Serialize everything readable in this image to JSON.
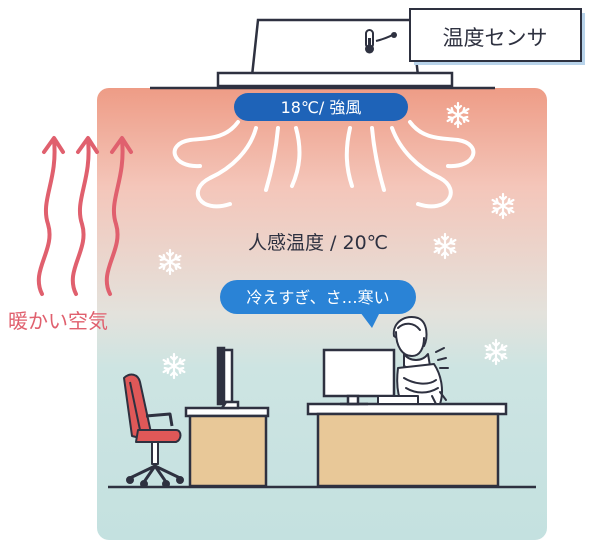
{
  "sensor_label": "温度センサ",
  "ac_setting": "18℃/ 強風",
  "perceived_temp": "人感温度 / 20℃",
  "speech_bubble": "冷えすぎ、さ…寒い",
  "warm_air_label": "暖かい空気",
  "colors": {
    "room_top": "#f0a08a",
    "room_bottom": "#c6e3e2",
    "warm_arrow": "#e0606e",
    "badge_blue": "#1e63b8",
    "bubble_blue": "#2a83d6",
    "desk_fill": "#e8c898",
    "outline": "#2e3140"
  }
}
